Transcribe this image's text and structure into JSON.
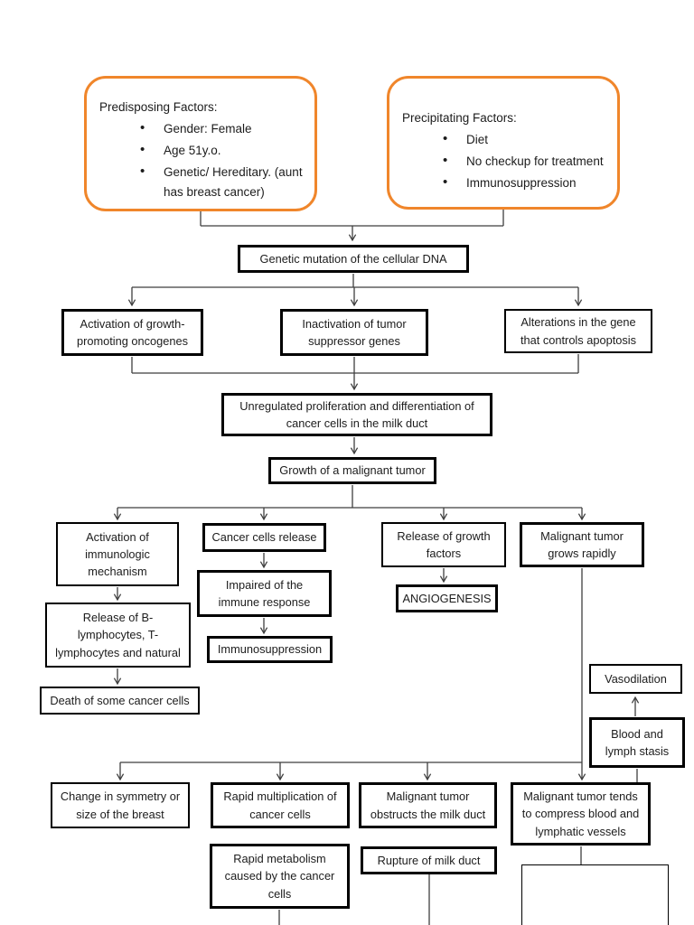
{
  "colors": {
    "accent_orange": "#F0862B",
    "box_border": "#000000",
    "connector_gray": "#3F3F3F"
  },
  "factors": {
    "predisposing": {
      "title": "Predisposing Factors:",
      "items": [
        "Gender: Female",
        "Age 51y.o.",
        "Genetic/ Hereditary. (aunt has breast cancer)"
      ]
    },
    "precipitating": {
      "title": "Precipitating Factors:",
      "items": [
        "Diet",
        "No checkup for treatment",
        "Immunosuppression"
      ]
    }
  },
  "nodes": {
    "genetic_mutation": "Genetic mutation of the cellular DNA",
    "oncogenes": "Activation of growth-promoting oncogenes",
    "suppressor": "Inactivation of tumor suppressor genes",
    "apoptosis": "Alterations in the gene that controls apoptosis",
    "unregulated": "Unregulated proliferation and differentiation of cancer cells in the milk duct",
    "growth": "Growth of a malignant tumor",
    "immunologic": "Activation of immunologic mechanism",
    "cancer_release": "Cancer cells release",
    "growth_factors": "Release of growth factors",
    "grows_rapidly": "Malignant tumor grows rapidly",
    "b_lymphocytes": "Release of B-lymphocytes, T-lymphocytes and natural",
    "death_cells": "Death of some cancer cells",
    "impaired": "Impaired of the immune response",
    "immunosuppression": "Immunosuppression",
    "angiogenesis": "ANGIOGENESIS",
    "vasodilation": "Vasodilation",
    "stasis": "Blood and lymph stasis",
    "symmetry": "Change in symmetry or size of the breast",
    "multiplication": "Rapid multiplication of cancer cells",
    "obstructs": "Malignant tumor obstructs the milk duct",
    "rupture": "Rupture of milk duct",
    "metabolism": "Rapid metabolism caused by the cancer cells",
    "compress": "Malignant tumor tends to compress blood and lymphatic vessels"
  }
}
